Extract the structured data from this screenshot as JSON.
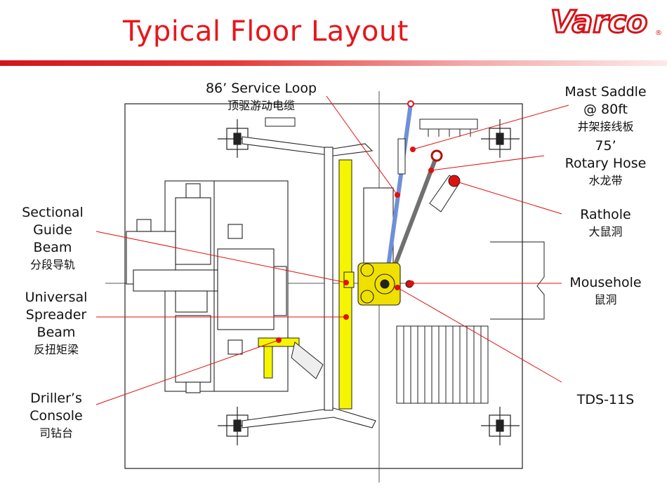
{
  "header": {
    "title": "Typical Floor Layout",
    "logo_text": "Varco",
    "logo_mark": "®",
    "accent_color": "#e8161b"
  },
  "labels": {
    "service_loop": {
      "en": "86’ Service Loop",
      "cn": "顶驱游动电缆"
    },
    "mast_saddle": {
      "en1": "Mast Saddle",
      "en2": "@ 80ft",
      "cn": "井架接线板"
    },
    "rotary_hose": {
      "en1": "75’",
      "en2": "Rotary Hose",
      "cn": "水龙带"
    },
    "rathole": {
      "en": "Rathole",
      "cn": "大鼠洞"
    },
    "mousehole": {
      "en": "Mousehole",
      "cn": "鼠洞"
    },
    "tds": {
      "en": "TDS-11S"
    },
    "sectional_guide_beam": {
      "en1": "Sectional",
      "en2": "Guide",
      "en3": "Beam",
      "cn": "分段导轨"
    },
    "spreader_beam": {
      "en1": "Universal",
      "en2": "Spreader",
      "en3": "Beam",
      "cn": "反扭矩梁"
    },
    "drillers_console": {
      "en1": "Driller’s",
      "en2": "Console",
      "cn": "司钻台"
    }
  },
  "colors": {
    "leader": "#e01010",
    "guide_beam": "#f5f500",
    "service_loop": "#6f8fd8",
    "rotary_hose": "#707070",
    "tds": "#f0e000"
  }
}
